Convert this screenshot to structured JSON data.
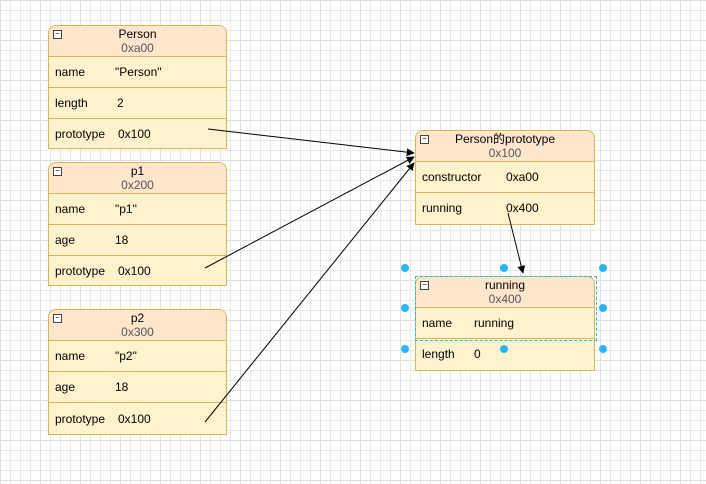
{
  "collapse_glyph": "−",
  "person": {
    "title": "Person",
    "addr": "0xa00",
    "rows": [
      {
        "key": "name",
        "value": "\"Person\""
      },
      {
        "key": "length",
        "value": "2"
      },
      {
        "key": "prototype",
        "value": "0x100"
      }
    ]
  },
  "p1": {
    "title": "p1",
    "addr": "0x200",
    "rows": [
      {
        "key": "name",
        "value": "\"p1\""
      },
      {
        "key": "age",
        "value": "18"
      },
      {
        "key": "prototype",
        "value": "0x100"
      }
    ]
  },
  "p2": {
    "title": "p2",
    "addr": "0x300",
    "rows": [
      {
        "key": "name",
        "value": "\"p2\""
      },
      {
        "key": "age",
        "value": "18"
      },
      {
        "key": "prototype",
        "value": "0x100"
      }
    ]
  },
  "proto": {
    "title": "Person的prototype",
    "addr": "0x100",
    "rows": [
      {
        "key": "constructor",
        "value": "0xa00"
      },
      {
        "key": "running",
        "value": "0x400"
      }
    ]
  },
  "running": {
    "title": "running",
    "addr": "0x400",
    "rows": [
      {
        "key": "name",
        "value": "running"
      },
      {
        "key": "length",
        "value": "0"
      }
    ]
  },
  "colors": {
    "header_fill": "#ffe6cc",
    "body_fill": "#fff2cc",
    "border": "#d6b656",
    "selection": "#29b6f2"
  }
}
